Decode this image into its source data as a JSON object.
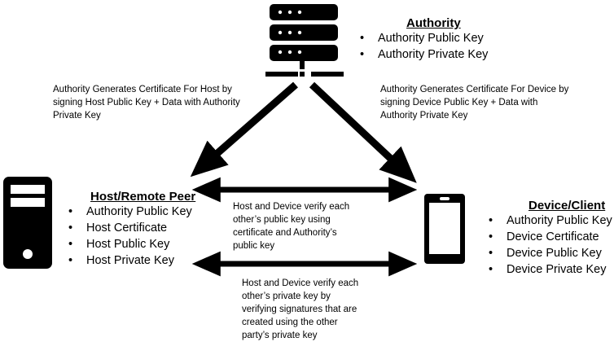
{
  "authority": {
    "title": "Authority",
    "icon": "server-rack-icon",
    "keys": [
      "Authority Public Key",
      "Authority Private Key"
    ]
  },
  "host": {
    "title": "Host/Remote Peer",
    "icon": "desktop-tower-icon",
    "keys": [
      "Authority Public Key",
      "Host Certificate",
      "Host Public Key",
      "Host Private Key"
    ]
  },
  "device": {
    "title": "Device/Client",
    "icon": "smartphone-icon",
    "keys": [
      "Authority Public Key",
      "Device Certificate",
      "Device Public Key",
      "Device Private Key"
    ]
  },
  "notes": {
    "host_cert": [
      "Authority Generates Certificate For Host by",
      "signing Host Public Key + Data with Authority",
      "Private Key"
    ],
    "device_cert": [
      "Authority Generates Certificate For Device by",
      "signing Device Public Key + Data with",
      "Authority Private Key"
    ],
    "public_verify": [
      "Host and Device verify each",
      "other’s public key using",
      "certificate and Authority’s",
      "public key"
    ],
    "private_verify": [
      "Host and Device verify each",
      "other’s private key by",
      "verifying signatures that are",
      "created using the other",
      "party’s private key"
    ]
  },
  "arrows": {
    "authority_to_host": "one-way",
    "authority_to_device": "one-way",
    "host_device_public": "two-way",
    "host_device_private": "two-way"
  }
}
